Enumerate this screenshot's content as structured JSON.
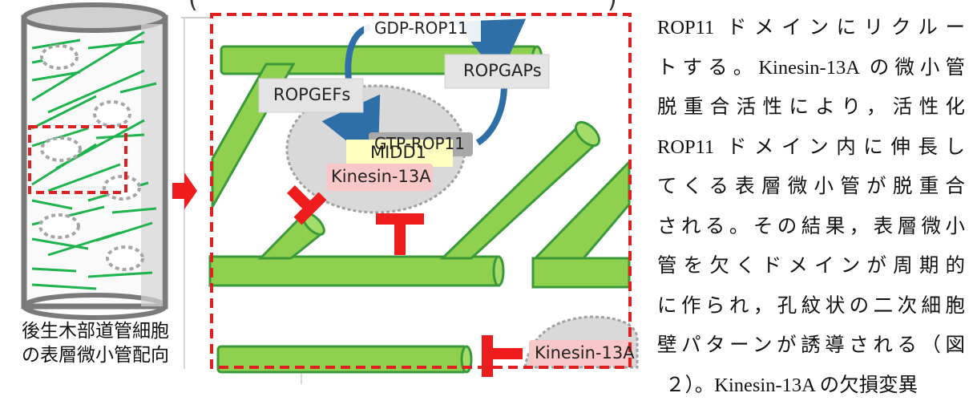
{
  "figure": {
    "caption_lines": [
      "後生木部道管細胞",
      "の表層微小管配向"
    ],
    "labels": {
      "gdp_rop11": "GDP-ROP11",
      "gtp_rop11": "GTP-ROP11",
      "ropgaps": "ROPGAPs",
      "ropgefs": "ROPGEFs",
      "midd1": "MIDD1",
      "kinesin_13a": "Kinesin-13A",
      "kinesin_13a_lower": "Kinesin-13A"
    },
    "top_fragment": {
      "left_paren": "(",
      "right_paren": ")"
    },
    "colors": {
      "microtubule_fill": "#8fd14f",
      "microtubule_stroke": "#3a9a3a",
      "inhibition_red": "#ee1c1c",
      "dashed_frame": "#e02020",
      "rop_domain": "#d9d9d9",
      "arrow_blue": "#2f6fa8",
      "midd1_bg": "#ffffc0",
      "kinesin_bg": "#f8c8c8",
      "gef_gap_bg": "#e4e4e4"
    }
  },
  "body_text": {
    "lines": [
      "ROP11 ドメインにリクルー",
      "トする。Kinesin-13A の微小管",
      "脱重合活性により，活性化",
      "ROP11 ドメイン内に伸長し",
      "てくる表層微小管が脱重合",
      "される。その結果，表層微小",
      "管を欠くドメインが周期的",
      "に作られ，孔紋状の二次細胞",
      "壁パターンが誘導される（図",
      "２）。Kinesin-13A の欠損変異"
    ]
  }
}
